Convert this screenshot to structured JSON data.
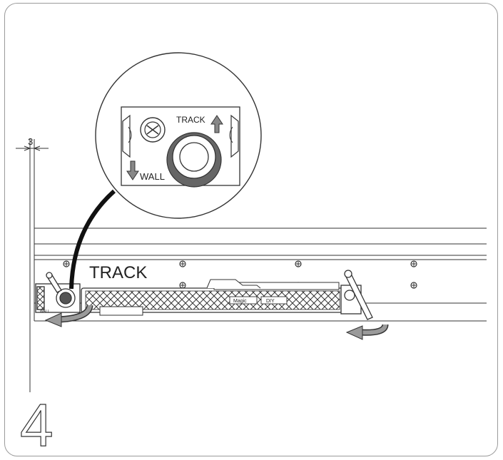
{
  "diagram": {
    "step_number": "4",
    "dimension_label": "3",
    "track_label": "TRACK",
    "inset": {
      "track_label": "TRACK",
      "wall_label": "WALL"
    },
    "part_markings": [
      "Magic",
      "DIY"
    ],
    "small_wall_label": "WALL"
  }
}
